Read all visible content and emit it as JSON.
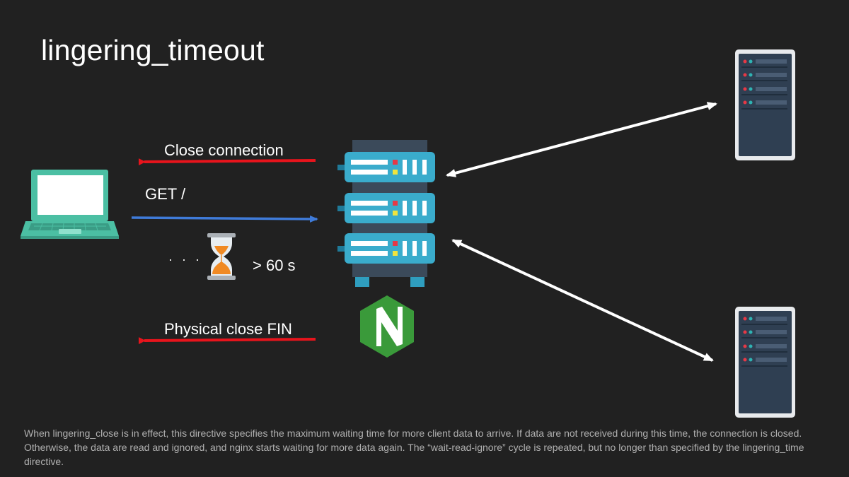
{
  "slide": {
    "title": "lingering_timeout",
    "labels": {
      "close_connection": "Close connection",
      "get_request": "GET /",
      "ellipsis": "· · ·",
      "wait_time": "> 60 s",
      "physical_close": "Physical close FIN"
    },
    "footnote": "When lingering_close is in effect, this directive specifies the maximum waiting time for more client data to arrive. If data are not received during this time, the connection is closed. Otherwise, the data are read and ignored, and nginx starts waiting for more data again. The “wait-read-ignore” cycle is repeated, but no longer than specified by the lingering_time directive."
  },
  "icons": [
    "laptop-icon",
    "server-rack-icon",
    "hourglass-icon",
    "nginx-logo-icon",
    "upstream-server-icon"
  ],
  "colors": {
    "background": "#212121",
    "close_arrow": "#e8141c",
    "get_arrow": "#3f7bd9",
    "link_arrow": "#ffffff",
    "server_blue": "#3aaccc",
    "rack_dark": "#3b4a5a",
    "laptop_teal": "#4bbfa3",
    "nginx_green": "#3a9a3a",
    "hourglass_sand": "#f08a24"
  }
}
